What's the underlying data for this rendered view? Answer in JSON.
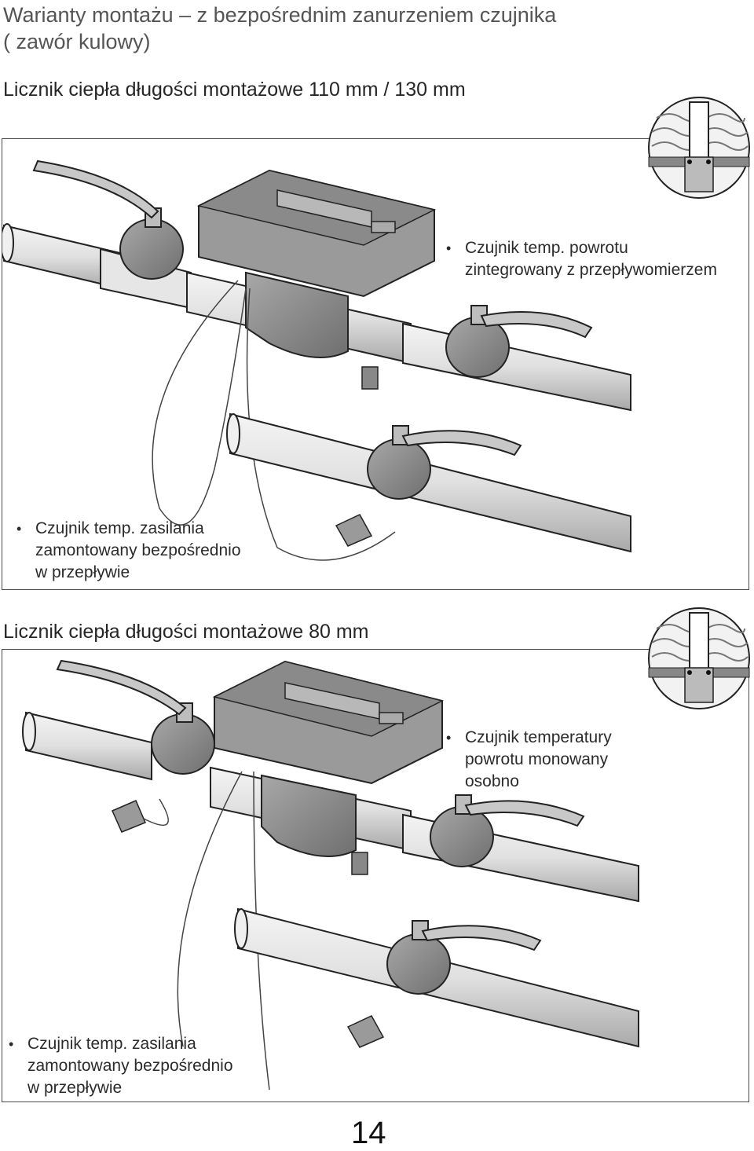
{
  "title": {
    "line1": "Warianty montażu – z bezpośrednim zanurzeniem czujnika",
    "line2": "( zawór kulowy)"
  },
  "section1": {
    "heading": "Licznik ciepła długości montażowe 110 mm / 130 mm",
    "return_sensor": {
      "line1": "Czujnik temp. powrotu",
      "line2": "zintegrowany z przepływomierzem"
    },
    "supply_sensor": {
      "line1": "Czujnik temp. zasilania",
      "line2": "zamontowany bezpośrednio",
      "line3": "w przepływie"
    }
  },
  "section2": {
    "heading": "Licznik ciepła długości montażowe 80 mm",
    "return_sensor": {
      "line1": "Czujnik temperatury",
      "line2": "powrotu monowany",
      "line3": "osobno"
    },
    "supply_sensor": {
      "line1": "Czujnik temp. zasilania",
      "line2": "zamontowany bezpośrednio",
      "line3": "w przepływie"
    }
  },
  "page_number": "14",
  "colors": {
    "device": "#8c8c8c",
    "device_dark": "#6e6e6e",
    "pipe": "#d9d9d9",
    "outline": "#1a1a1a"
  }
}
